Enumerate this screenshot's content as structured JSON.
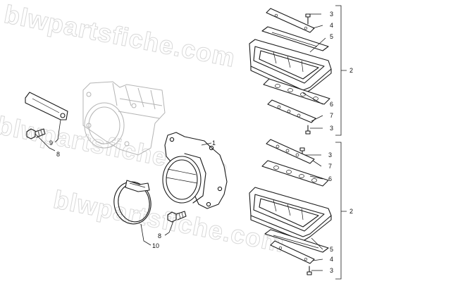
{
  "watermark": "blwpartsfiche.com",
  "callouts": [
    {
      "id": "c1",
      "label": "1"
    },
    {
      "id": "c2a",
      "label": "2"
    },
    {
      "id": "c2b",
      "label": "2"
    },
    {
      "id": "c3a",
      "label": "3"
    },
    {
      "id": "c3b",
      "label": "3"
    },
    {
      "id": "c3c",
      "label": "3"
    },
    {
      "id": "c3d",
      "label": "3"
    },
    {
      "id": "c4a",
      "label": "4"
    },
    {
      "id": "c4b",
      "label": "4"
    },
    {
      "id": "c5a",
      "label": "5"
    },
    {
      "id": "c5b",
      "label": "5"
    },
    {
      "id": "c6a",
      "label": "6"
    },
    {
      "id": "c6b",
      "label": "6"
    },
    {
      "id": "c7a",
      "label": "7"
    },
    {
      "id": "c7b",
      "label": "7"
    },
    {
      "id": "c8a",
      "label": "8"
    },
    {
      "id": "c8b",
      "label": "8"
    },
    {
      "id": "c9",
      "label": "9"
    },
    {
      "id": "c10",
      "label": "10"
    }
  ]
}
